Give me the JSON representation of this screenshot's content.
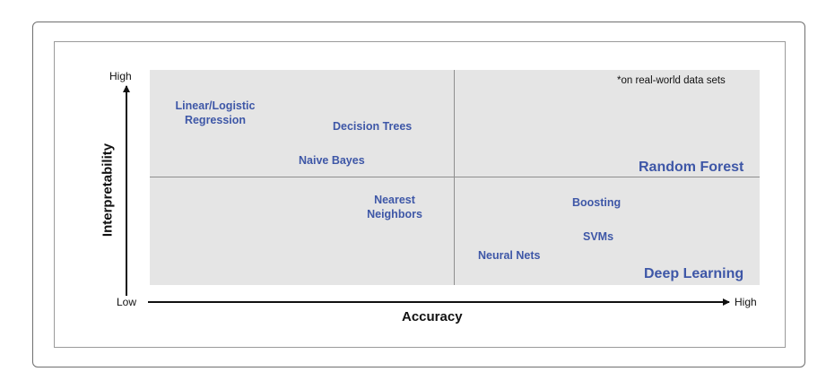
{
  "diagram": {
    "note": "*on real-world data sets",
    "y_axis": {
      "title": "Interpretability",
      "high": "High",
      "low": "Low"
    },
    "x_axis": {
      "title": "Accuracy",
      "high": "High"
    },
    "models": {
      "linear_logistic": [
        "Linear/Logistic",
        "Regression"
      ],
      "decision_trees": "Decision Trees",
      "naive_bayes": "Naive Bayes",
      "nearest_neighbors": [
        "Nearest",
        "Neighbors"
      ],
      "random_forest": "Random Forest",
      "boosting": "Boosting",
      "svms": "SVMs",
      "neural_nets": "Neural Nets",
      "deep_learning": "Deep Learning"
    },
    "colors": {
      "label": "#3e57a7",
      "plot_bg": "#e5e5e5",
      "divider": "#8f8f8f"
    }
  }
}
